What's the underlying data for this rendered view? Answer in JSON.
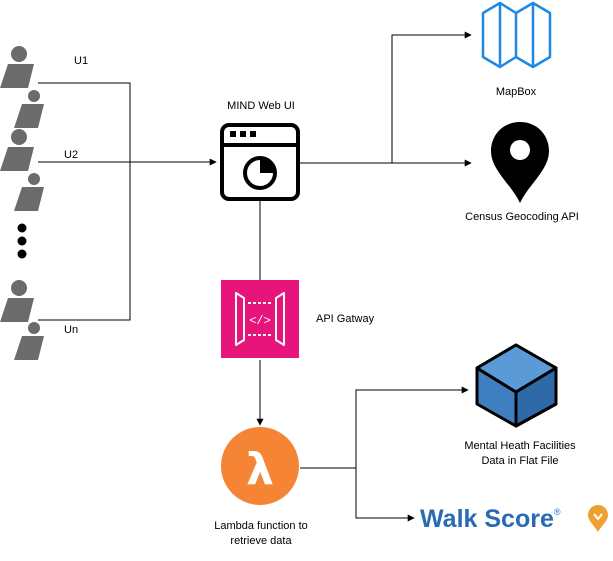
{
  "users": {
    "u1_label": "U1",
    "u2_label": "U2",
    "un_label": "Un"
  },
  "nodes": {
    "web_ui": "MIND Web UI",
    "mapbox": "MapBox",
    "census": "Census Geocoding API",
    "api_gateway": "API Gatway",
    "lambda_line1": "Lambda function to",
    "lambda_line2": "retrieve data",
    "facilities_line1": "Mental Heath Facilities",
    "facilities_line2": "Data in Flat File",
    "walkscore": "Walk Score",
    "walkscore_mark": "®"
  },
  "icons": {
    "api_gateway_glyph": "</>",
    "lambda_glyph": "λ"
  },
  "colors": {
    "user_gray": "#6b6b6b",
    "mapbox_blue": "#1e88e5",
    "api_gateway_pink": "#e7157b",
    "lambda_orange": "#f58534",
    "cube_blue": "#3f7fbf",
    "walkscore_blue": "#2a6ab3",
    "walkscore_orange": "#f0a030"
  }
}
